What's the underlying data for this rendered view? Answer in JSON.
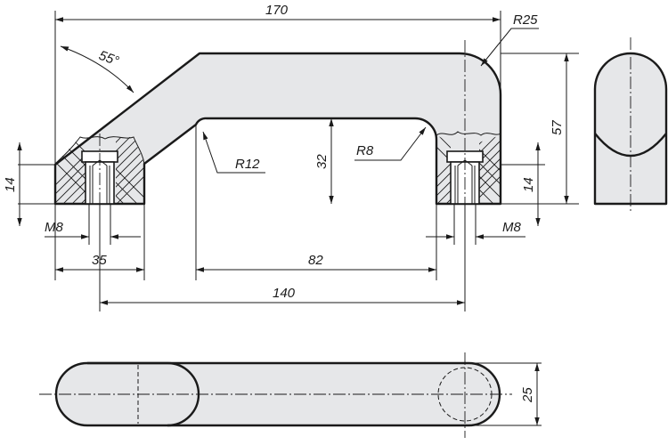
{
  "colors": {
    "part_fill": "#e6e7e9",
    "line": "#1a1a1a",
    "background": "#ffffff"
  },
  "dimensions": {
    "overall_length": "170",
    "corner_radius_outer": "R25",
    "angle": "55°",
    "height": "57",
    "inner_height": "32",
    "inner_radius_right": "R8",
    "inner_radius_left": "R12",
    "thread_left": "M8",
    "thread_right": "M8",
    "base_height_left": "14",
    "base_height_right": "14",
    "foot_width": "35",
    "inner_span": "82",
    "hole_spacing": "140",
    "width": "25"
  }
}
